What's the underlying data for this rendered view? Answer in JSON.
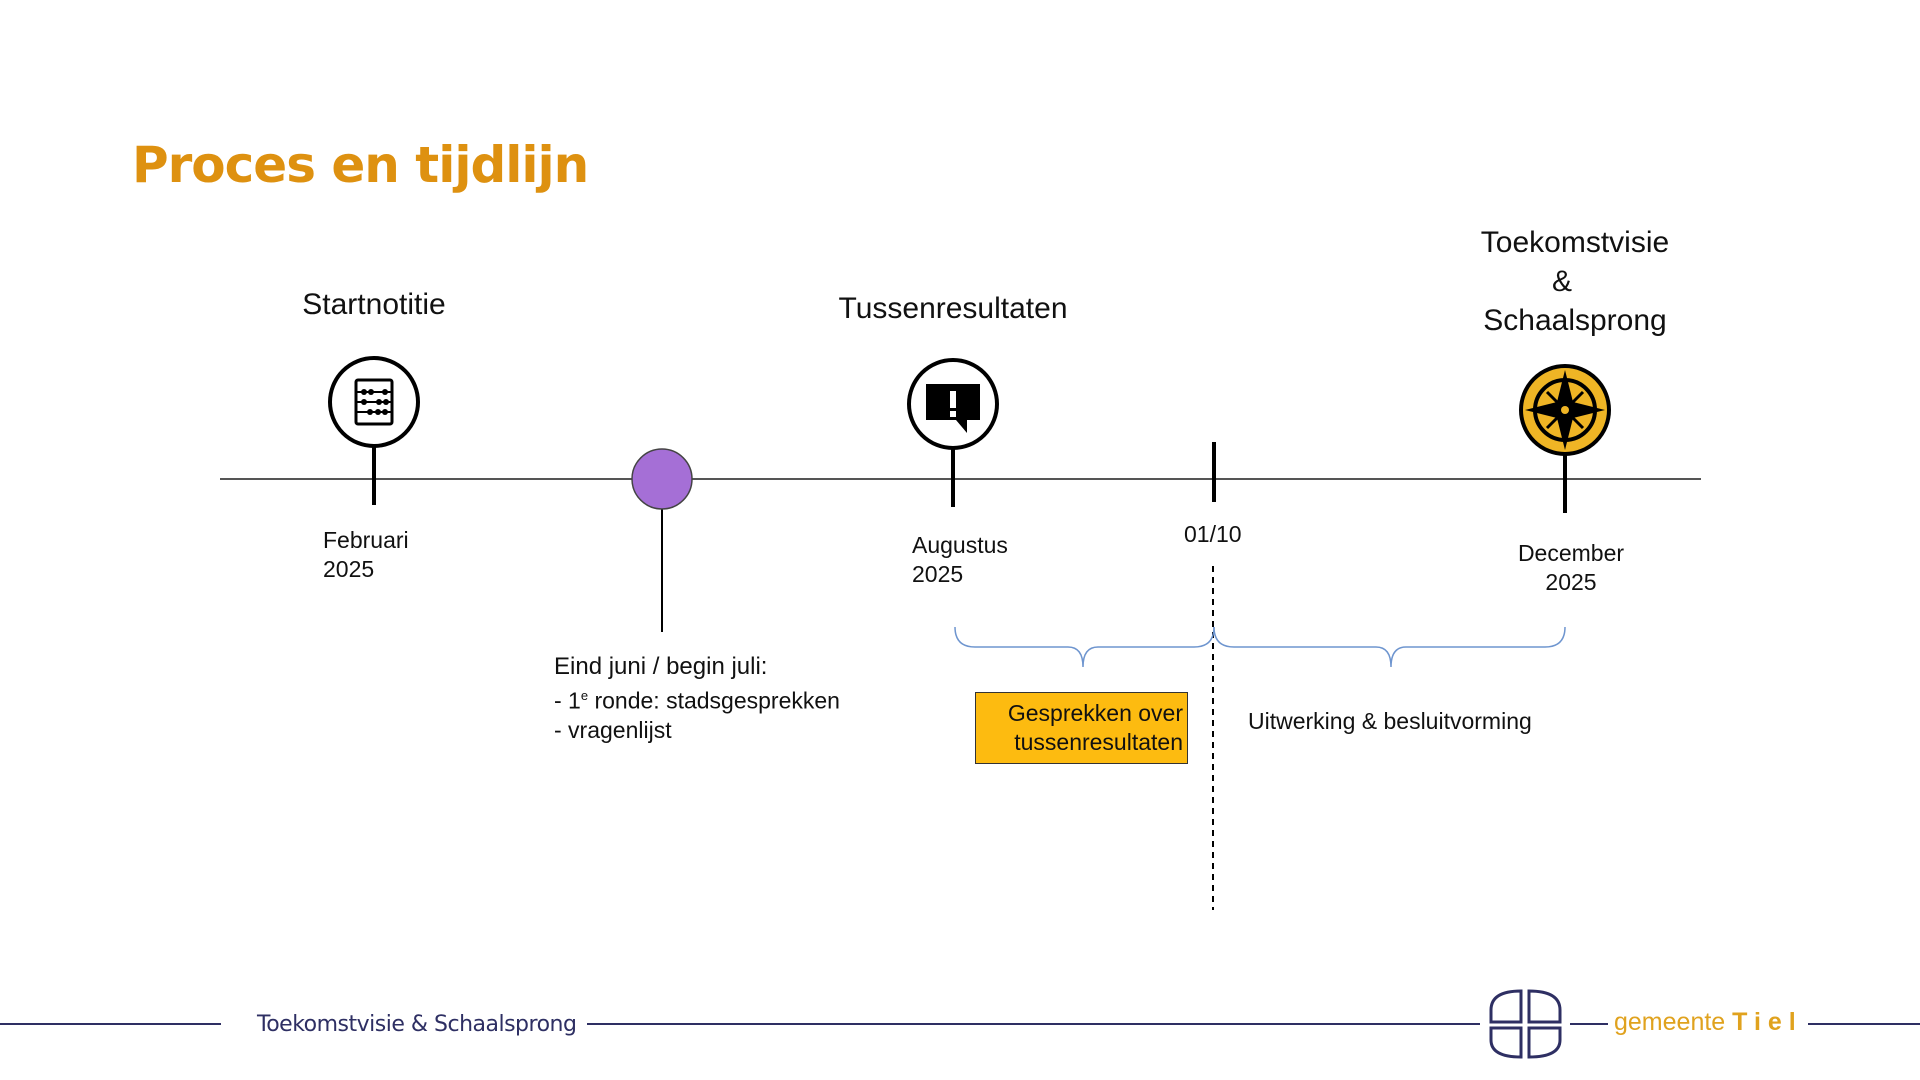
{
  "slide": {
    "title": "Proces en tijdlijn"
  },
  "milestones": [
    {
      "id": "startnotitie",
      "title": "Startnotitie",
      "date_line1": "Februari",
      "date_line2": "2025",
      "icon": "abacus-icon"
    },
    {
      "id": "tussenresultaten",
      "title": "Tussenresultaten",
      "date_line1": "Augustus",
      "date_line2": "2025",
      "icon": "alert-message-icon"
    },
    {
      "id": "toekomstvisie",
      "title_line1": "Toekomstvisie",
      "title_line2": "&",
      "title_line3": "Schaalsprong",
      "date_line1": "December",
      "date_line2": "2025",
      "icon": "compass-icon"
    }
  ],
  "purple_event": {
    "line1": "Eind juni / begin juli:",
    "line2_prefix": "- 1",
    "line2_sup": "e",
    "line2_rest": " ronde: stadsgesprekken",
    "line3": "- vragenlijst",
    "color": "#A56FD6"
  },
  "marker": {
    "label": "01/10"
  },
  "phases": [
    {
      "label_line1": "Gesprekken over",
      "label_line2": "tussenresultaten",
      "highlight": "#FDBB10"
    },
    {
      "label": "Uitwerking & besluitvorming"
    }
  ],
  "footer": {
    "text": "Toekomstvisie & Schaalsprong",
    "logo_prefix": "gemeente ",
    "logo_name": "Tiel",
    "line_color": "#2E2F63",
    "logo_color": "#E0A21E"
  },
  "colors": {
    "title": "#DE9110",
    "compass_fill": "#EFB525",
    "brace": "#6E95CF"
  }
}
